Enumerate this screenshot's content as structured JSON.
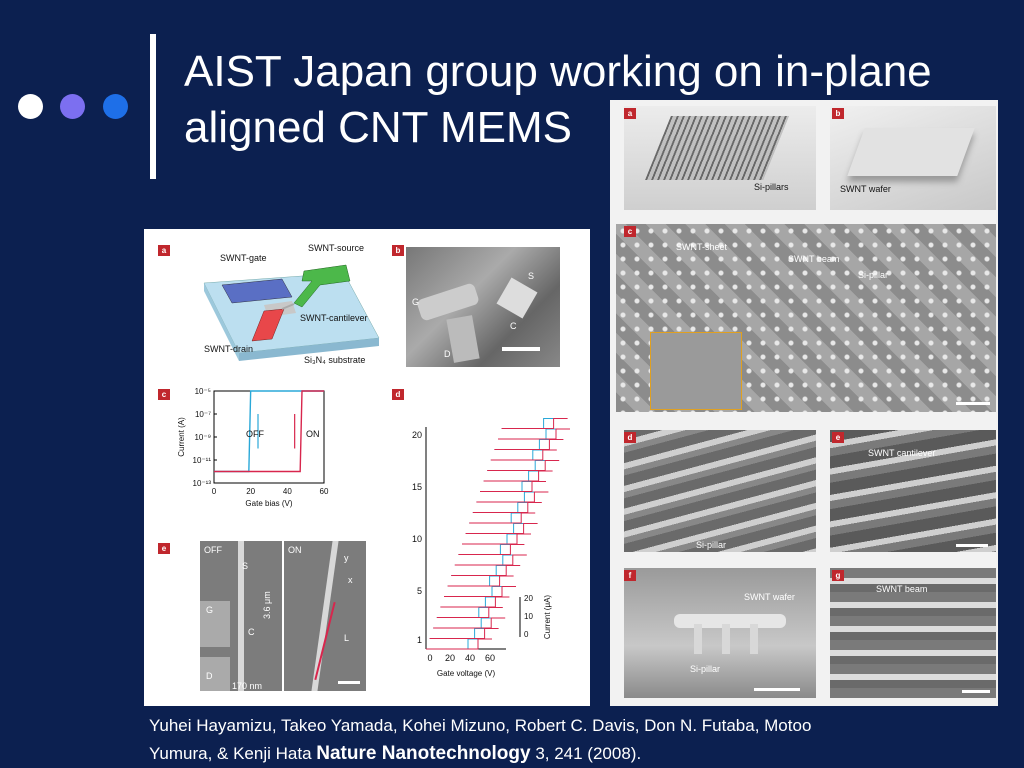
{
  "slide": {
    "title_line1": "AIST Japan group working on in-plane",
    "title_line2": "aligned CNT MEMS",
    "dots": [
      {
        "name": "white",
        "color": "#ffffff"
      },
      {
        "name": "lavender",
        "color": "#7c6ff0"
      },
      {
        "name": "blue",
        "color": "#1e6fe8"
      }
    ],
    "background_color": "#0c2050"
  },
  "left_figure": {
    "panel_a": {
      "label": "a",
      "swnt_gate": "SWNT-gate",
      "swnt_source": "SWNT-source",
      "swnt_cantilever": "SWNT-cantilever",
      "swnt_drain": "SWNT-drain",
      "substrate": "Si₃N₄ substrate"
    },
    "panel_b": {
      "label": "b",
      "s": "S",
      "g": "G",
      "c": "C",
      "d": "D"
    },
    "panel_c": {
      "label": "c",
      "ylabel": "Current (A)",
      "xlabel": "Gate bias (V)",
      "off": "OFF",
      "on": "ON",
      "yticks": [
        "10⁻⁵",
        "10⁻⁷",
        "10⁻⁹",
        "10⁻¹¹",
        "10⁻¹³"
      ],
      "xticks": [
        "0",
        "20",
        "40",
        "60"
      ]
    },
    "panel_d": {
      "label": "d",
      "yticks": [
        "20",
        "15",
        "10",
        "5",
        "1"
      ],
      "xticks": [
        "0",
        "20",
        "40",
        "60"
      ],
      "xlabel": "Gate voltage (V)",
      "inset_label": "Current (μA)",
      "inset_ticks": [
        "20",
        "10",
        "0"
      ]
    },
    "panel_e": {
      "label": "e",
      "off": "OFF",
      "on": "ON",
      "s_left": "S",
      "g": "G",
      "c": "C",
      "d": "D",
      "length": "3.6 μm",
      "width": "170 nm",
      "l": "L",
      "y": "y",
      "x": "x"
    }
  },
  "right_figure": {
    "panel_a": {
      "label": "a",
      "si_pillars": "Si-pillars"
    },
    "panel_b": {
      "label": "b",
      "swnt_wafer": "SWNT wafer"
    },
    "panel_c": {
      "label": "c",
      "swnt_sheet": "SWNT-sheet",
      "swnt_beam": "SWNT beam",
      "si_pillar": "Si-pillar"
    },
    "panel_d": {
      "label": "d",
      "si_pillar": "Si-pillar"
    },
    "panel_e": {
      "label": "e",
      "swnt_cantilever": "SWNT cantilever"
    },
    "panel_f": {
      "label": "f",
      "swnt_wafer": "SWNT wafer",
      "si_pillar": "Si-pillar"
    },
    "panel_g": {
      "label": "g",
      "swnt_beam": "SWNT beam"
    }
  },
  "citation": {
    "authors_line1": "Yuhei Hayamizu, Takeo Yamada, Kohei Mizuno, Robert C. Davis, Don N. Futaba, Motoo",
    "authors_line2": "Yumura, & Kenji Hata",
    "journal": "Nature Nanotechnology",
    "volume_pages_year": "3, 241 (2008)."
  },
  "chart_data": {
    "type": "line",
    "title": "",
    "xlabel": "Gate bias (V)",
    "ylabel": "Current (A)",
    "yscale": "log",
    "xlim": [
      0,
      60
    ],
    "ylim": [
      1e-13,
      1e-05
    ],
    "series": [
      {
        "name": "OFF",
        "color": "#2aa8d8",
        "x": [
          0,
          19,
          20,
          60
        ],
        "y": [
          1e-12,
          1e-12,
          1e-05,
          1e-05
        ]
      },
      {
        "name": "ON",
        "color": "#d8264d",
        "x": [
          0,
          47,
          48,
          60
        ],
        "y": [
          1e-12,
          1e-12,
          1e-05,
          1e-05
        ]
      }
    ]
  }
}
